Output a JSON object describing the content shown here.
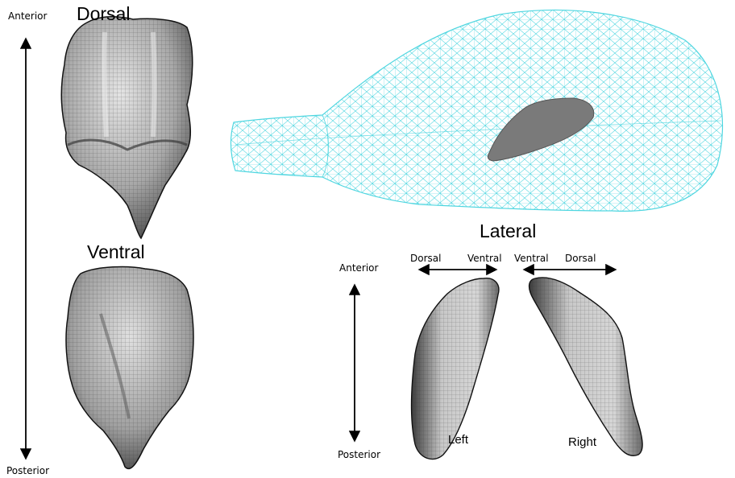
{
  "left_panel": {
    "anterior_label": "Anterior",
    "posterior_label": "Posterior",
    "dorsal_title": "Dorsal",
    "ventral_title": "Ventral"
  },
  "top_right_panel": {
    "mesh_color": "#4fd6e0",
    "model_color": "#7a7a7a"
  },
  "lateral_panel": {
    "title": "Lateral",
    "anterior_label": "Anterior",
    "posterior_label": "Posterior",
    "left_dorsal": "Dorsal",
    "left_ventral": "Ventral",
    "right_ventral": "Ventral",
    "right_dorsal": "Dorsal",
    "left_label": "Left",
    "right_label": "Right"
  },
  "colors": {
    "model_fill": "#bdbdbd",
    "model_shade": "#5c5c5c",
    "mesh_line": "#222222",
    "axis": "#000000"
  }
}
